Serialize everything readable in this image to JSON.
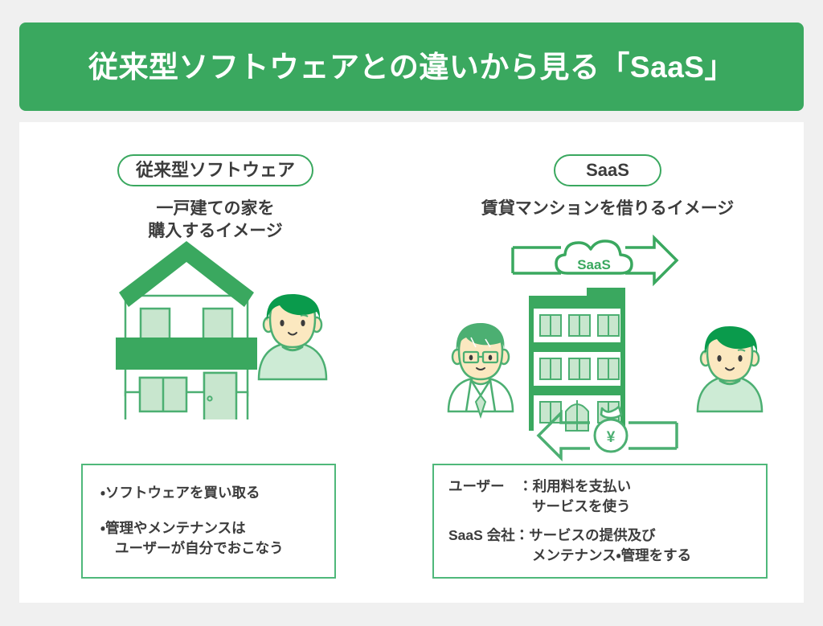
{
  "page": {
    "background_color": "#f0f0f0",
    "card_color": "#ffffff"
  },
  "header": {
    "title": "従来型ソフトウェアとの違いから見る「SaaS」",
    "background_color": "#3aa85f",
    "text_color": "#ffffff"
  },
  "theme": {
    "primary_green": "#3aa85f",
    "border_green": "#4fb87a",
    "light_green": "#c8e6ce",
    "mid_green": "#4caf72",
    "dark_green": "#0a9b4c",
    "skin": "#fbe8c0",
    "text_dark": "#3c3c3c"
  },
  "left_column": {
    "badge_label": "従来型ソフトウェア",
    "caption_line1": "一戸建ての家を",
    "caption_line2": "購入するイメージ",
    "illustration": {
      "name": "house-and-person",
      "house_icon": "detached-house-icon",
      "person_icon": "person-icon"
    },
    "notes": [
      {
        "marker": "・",
        "line1": "ソフトウェアを買い取る",
        "line2": ""
      },
      {
        "marker": "・",
        "line1": "管理やメンテナンスは",
        "line2": "ユーザーが自分でおこなう"
      }
    ]
  },
  "right_column": {
    "badge_label": "SaaS",
    "caption_line1": "賃貸マンションを借りるイメージ",
    "cloud_label": "SaaS",
    "cloud_arrow_direction": "right",
    "money_symbol": "¥",
    "money_arrow_direction": "left",
    "illustration": {
      "name": "apartment-and-people",
      "building_icon": "apartment-building-icon",
      "provider_icon": "person-with-glasses-icon",
      "user_icon": "person-icon",
      "cloud_icon": "saas-cloud-icon",
      "money_icon": "money-bag-icon"
    },
    "notes": [
      {
        "label": "ユーザー",
        "separator": "：",
        "line1": "利用料を支払い",
        "line2": "サービスを使う"
      },
      {
        "label": "SaaS 会社",
        "separator": "：",
        "line1": "サービスの提供及び",
        "line2": "メンテナンス・管理をする"
      }
    ]
  }
}
